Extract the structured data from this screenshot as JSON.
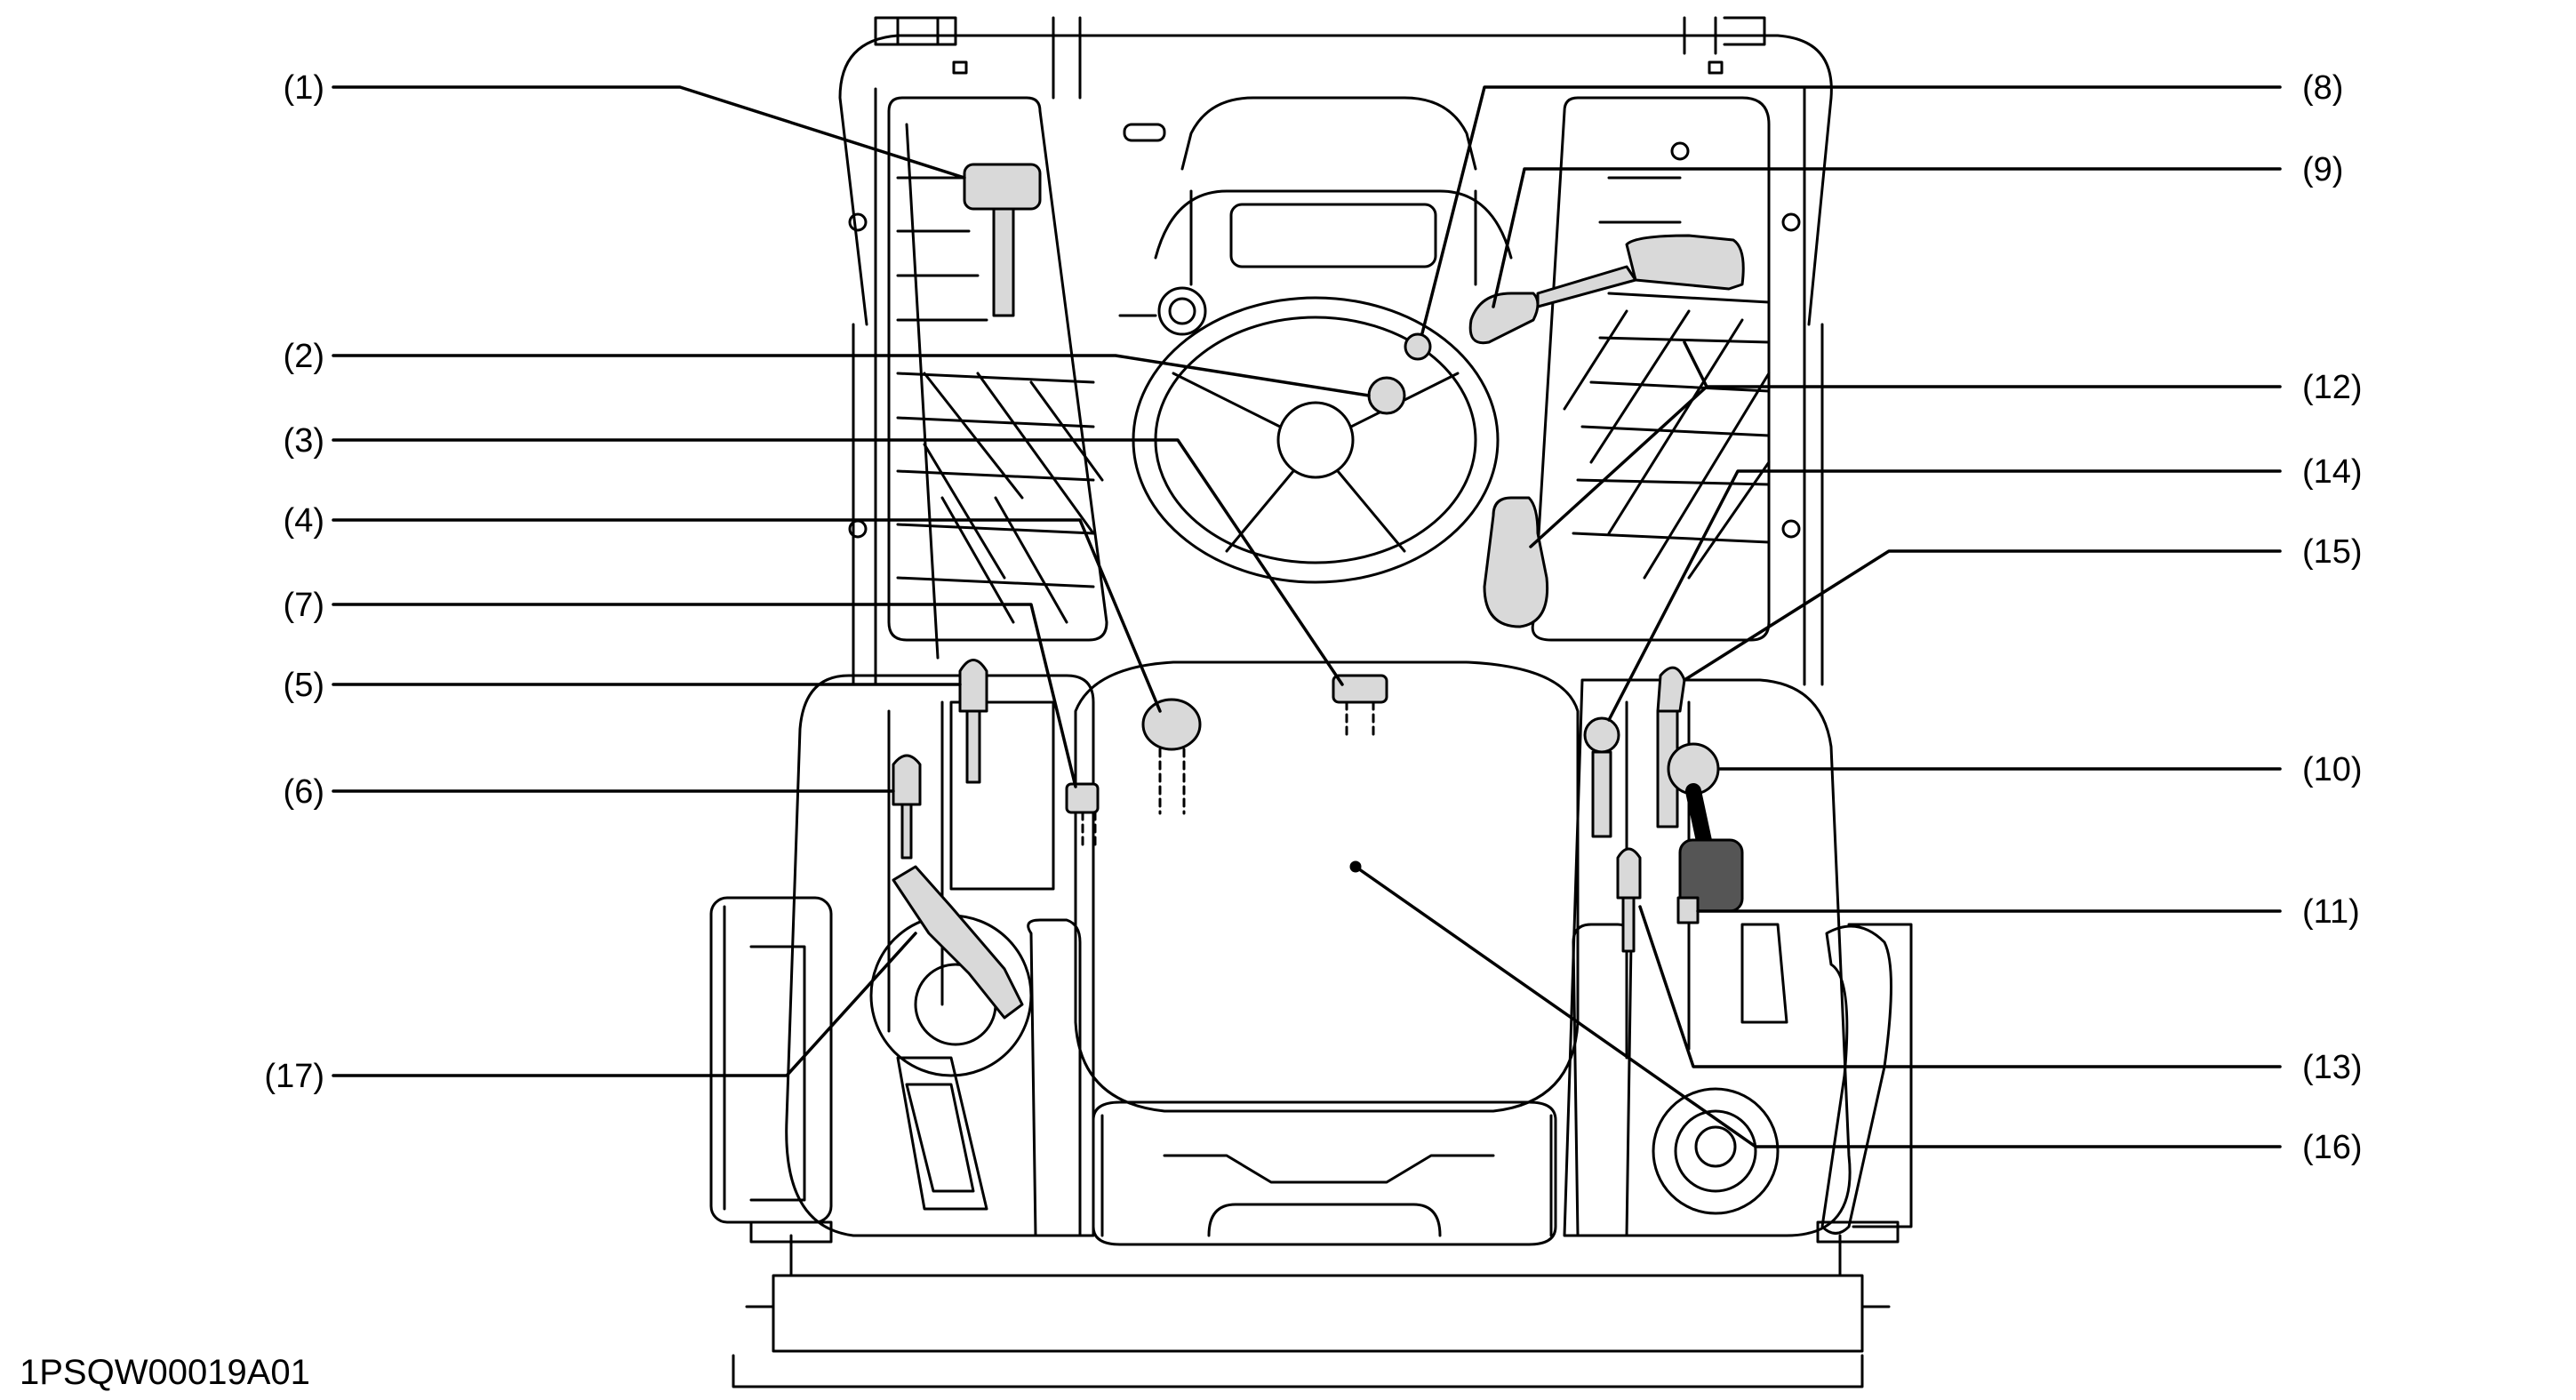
{
  "figure_code": "1PSQW00019A01",
  "callouts": {
    "c1": "(1)",
    "c2": "(2)",
    "c3": "(3)",
    "c4": "(4)",
    "c5": "(5)",
    "c6": "(6)",
    "c7": "(7)",
    "c8": "(8)",
    "c9": "(9)",
    "c10": "(10)",
    "c11": "(11)",
    "c12": "(12)",
    "c13": "(13)",
    "c14": "(14)",
    "c15": "(15)",
    "c16": "(16)",
    "c17": "(17)"
  },
  "colors": {
    "line": "#000000",
    "part_fill": "#d9d9d9",
    "background": "#ffffff"
  }
}
